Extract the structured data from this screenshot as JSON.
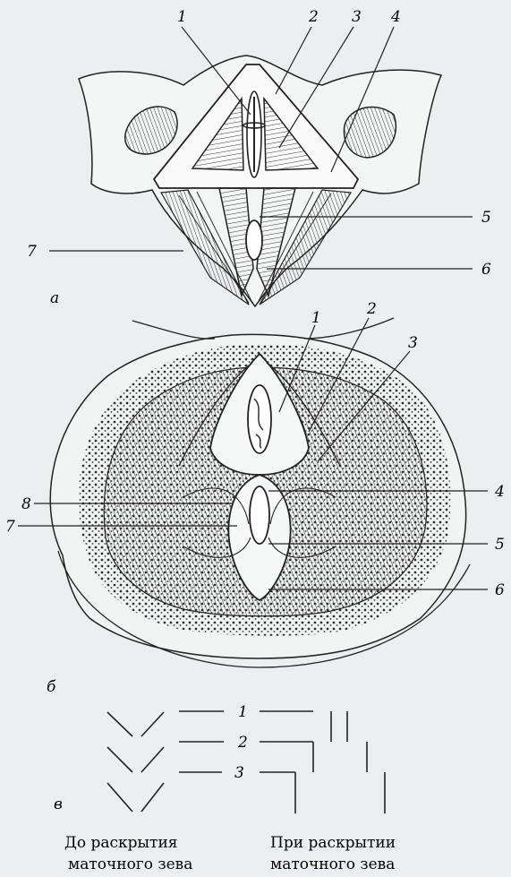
{
  "panel_a": {
    "letter": "а",
    "numbers": [
      "1",
      "2",
      "3",
      "4",
      "5",
      "6",
      "7"
    ]
  },
  "panel_b": {
    "letter": "б",
    "numbers": [
      "1",
      "2",
      "3",
      "4",
      "5",
      "6",
      "7",
      "8"
    ]
  },
  "panel_c": {
    "letter": "в",
    "numbers": [
      "1",
      "2",
      "3"
    ],
    "caption_left": [
      "До раскрытия",
      "маточного зева"
    ],
    "caption_right": [
      "При раскрытии",
      "маточного зева"
    ]
  }
}
